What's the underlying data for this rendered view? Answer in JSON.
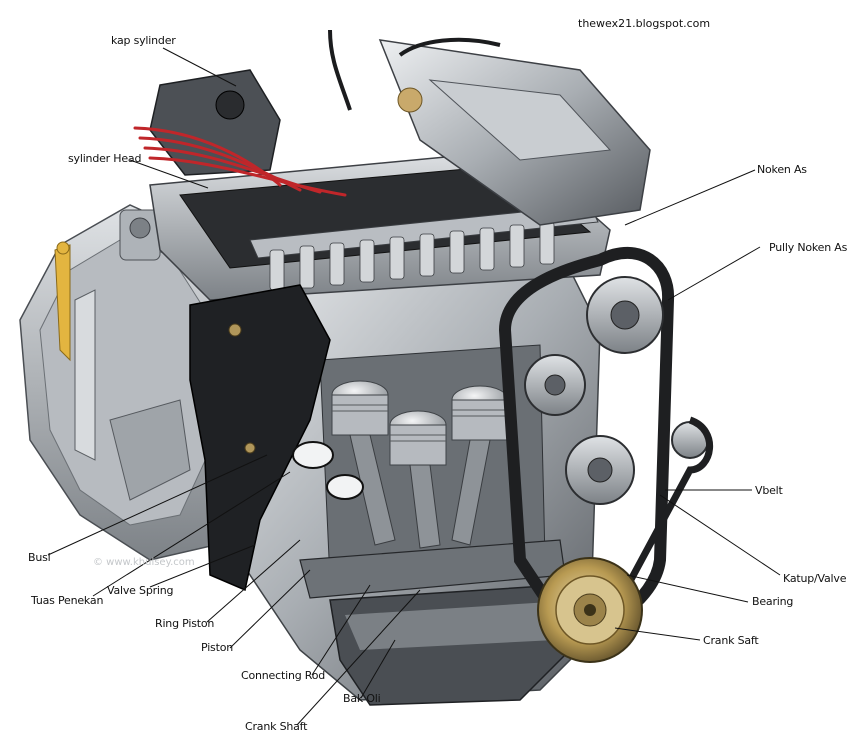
{
  "source_credit": "thewex21.blogspot.com",
  "watermark": "© www.khulsey.com",
  "labels": {
    "kap_sylinder": "kap sylinder",
    "sylinder_head": "sylinder Head",
    "noken_as": "Noken As",
    "pully_noken_as": "Pully Noken As",
    "vbelt": "Vbelt",
    "katup_valve": "Katup/Valve",
    "bearing": "Bearing",
    "crank_saft": "Crank Saft",
    "busi": "Busi",
    "tuas_penekan": "Tuas Penekan",
    "valve_spring": "Valve Spring",
    "ring_piston": "Ring Piston",
    "piston": "Piston",
    "connecting_rod": "Connecting Rod",
    "bak_oli": "Bak Oli",
    "crank_shaft": "Crank Shaft"
  },
  "colors": {
    "metal_light": "#d9dcdf",
    "metal_mid": "#9ea3a8",
    "metal_dark": "#3a3d41",
    "belt": "#1e1f21",
    "spark_wires": "#c0262a",
    "brass": "#b89a52"
  }
}
